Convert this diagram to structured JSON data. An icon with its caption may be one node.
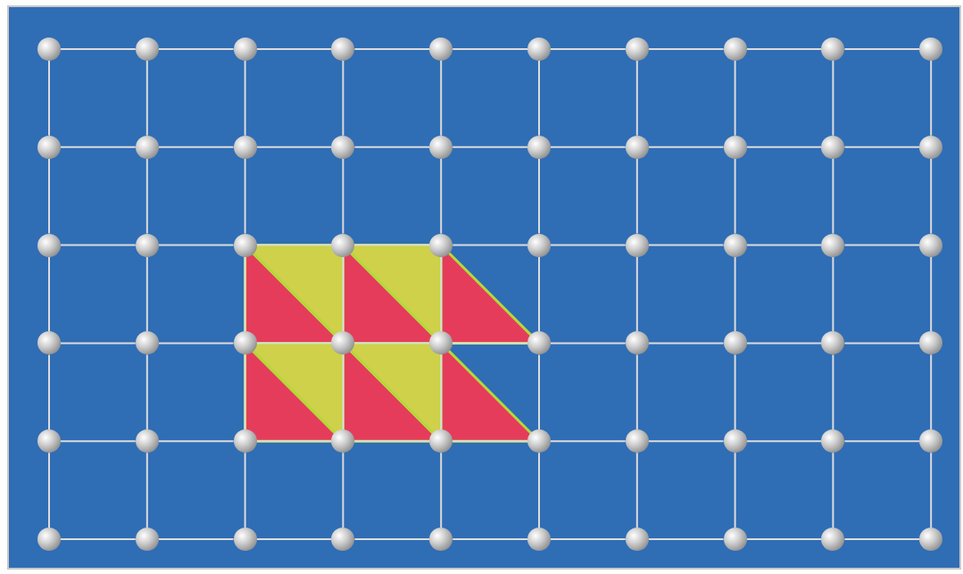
{
  "diagram": {
    "nodes": [
      {
        "text": [],
        "shape": "circle"
      },
      {
        "text": [],
        "shape": "circle"
      },
      {
        "text": [],
        "shape": "circle"
      },
      {
        "text": [],
        "shape": "circle"
      },
      {
        "text": [],
        "shape": "circle"
      },
      {
        "text": [],
        "shape": "circle"
      },
      {
        "text": [],
        "shape": "circle"
      },
      {
        "text": [],
        "shape": "circle"
      },
      {
        "text": [],
        "shape": "circle"
      },
      {
        "text": [],
        "shape": "circle"
      },
      {
        "text": [],
        "shape": "circle"
      },
      {
        "text": [],
        "shape": "circle"
      },
      {
        "text": [],
        "shape": "circle"
      },
      {
        "text": [],
        "shape": "circle"
      },
      {
        "text": [],
        "shape": "circle"
      },
      {
        "text": [],
        "shape": "circle"
      },
      {
        "text": [],
        "shape": "circle"
      },
      {
        "text": [],
        "shape": "circle"
      },
      {
        "text": [],
        "shape": "circle"
      },
      {
        "text": [],
        "shape": "circle"
      },
      {
        "text": [],
        "shape": "circle"
      },
      {
        "text": [],
        "shape": "circle"
      },
      {
        "text": [],
        "shape": "circle"
      },
      {
        "text": [],
        "shape": "circle"
      },
      {
        "text": [],
        "shape": "circle"
      },
      {
        "text": [],
        "shape": "circle"
      },
      {
        "text": [],
        "shape": "circle"
      },
      {
        "text": [],
        "shape": "circle"
      },
      {
        "text": [],
        "shape": "circle"
      },
      {
        "text": [],
        "shape": "circle"
      },
      {
        "text": [],
        "shape": "circle"
      },
      {
        "text": [],
        "shape": "circle"
      },
      {
        "text": [],
        "shape": "circle"
      },
      {
        "text": [],
        "shape": "circle"
      },
      {
        "text": [],
        "shape": "circle"
      },
      {
        "text": [],
        "shape": "circle"
      },
      {
        "text": [],
        "shape": "circle"
      },
      {
        "text": [],
        "shape": "circle"
      },
      {
        "text": [],
        "shape": "circle"
      },
      {
        "text": [],
        "shape": "circle"
      },
      {
        "text": [],
        "shape": "circle"
      },
      {
        "text": [],
        "shape": "circle"
      },
      {
        "text": [],
        "shape": "circle"
      },
      {
        "text": [],
        "shape": "circle"
      },
      {
        "text": [],
        "shape": "circle"
      },
      {
        "text": [],
        "shape": "circle"
      },
      {
        "text": [],
        "shape": "circle"
      },
      {
        "text": [],
        "shape": "circle"
      },
      {
        "text": [],
        "shape": "circle"
      },
      {
        "text": [],
        "shape": "circle"
      },
      {
        "text": [],
        "shape": "circle"
      },
      {
        "text": [],
        "shape": "circle"
      },
      {
        "text": [],
        "shape": "circle"
      },
      {
        "text": [],
        "shape": "circle"
      },
      {
        "text": [],
        "shape": "circle"
      },
      {
        "text": [],
        "shape": "circle"
      },
      {
        "text": [],
        "shape": "circle"
      },
      {
        "text": [],
        "shape": "circle"
      },
      {
        "text": [],
        "shape": "circle"
      },
      {
        "text": [],
        "shape": "circle"
      }
    ],
    "edges": [
      {
        "from": 0,
        "to": 1,
        "arrow": "none"
      },
      {
        "from": 1,
        "to": 2,
        "arrow": "none"
      },
      {
        "from": 2,
        "to": 3,
        "arrow": "none"
      },
      {
        "from": 3,
        "to": 4,
        "arrow": "none"
      },
      {
        "from": 4,
        "to": 5,
        "arrow": "none"
      },
      {
        "from": 5,
        "to": 6,
        "arrow": "none"
      },
      {
        "from": 6,
        "to": 7,
        "arrow": "none"
      },
      {
        "from": 7,
        "to": 8,
        "arrow": "none"
      },
      {
        "from": 8,
        "to": 9,
        "arrow": "none"
      },
      {
        "from": 10,
        "to": 11,
        "arrow": "none"
      },
      {
        "from": 11,
        "to": 12,
        "arrow": "none"
      },
      {
        "from": 12,
        "to": 13,
        "arrow": "none"
      },
      {
        "from": 13,
        "to": 14,
        "arrow": "none"
      },
      {
        "from": 14,
        "to": 15,
        "arrow": "none"
      },
      {
        "from": 15,
        "to": 16,
        "arrow": "none"
      },
      {
        "from": 16,
        "to": 17,
        "arrow": "none"
      },
      {
        "from": 17,
        "to": 18,
        "arrow": "none"
      },
      {
        "from": 18,
        "to": 19,
        "arrow": "none"
      },
      {
        "from": 20,
        "to": 21,
        "arrow": "none"
      },
      {
        "from": 21,
        "to": 22,
        "arrow": "none"
      },
      {
        "from": 22,
        "to": 23,
        "arrow": "none"
      },
      {
        "from": 23,
        "to": 24,
        "arrow": "none"
      },
      {
        "from": 24,
        "to": 25,
        "arrow": "none"
      },
      {
        "from": 25,
        "to": 26,
        "arrow": "none"
      },
      {
        "from": 26,
        "to": 27,
        "arrow": "none"
      },
      {
        "from": 27,
        "to": 28,
        "arrow": "none"
      },
      {
        "from": 28,
        "to": 29,
        "arrow": "none"
      },
      {
        "from": 30,
        "to": 31,
        "arrow": "none"
      },
      {
        "from": 31,
        "to": 32,
        "arrow": "none"
      },
      {
        "from": 32,
        "to": 33,
        "arrow": "none"
      },
      {
        "from": 33,
        "to": 34,
        "arrow": "none"
      },
      {
        "from": 34,
        "to": 35,
        "arrow": "none"
      },
      {
        "from": 35,
        "to": 36,
        "arrow": "none"
      },
      {
        "from": 36,
        "to": 37,
        "arrow": "none"
      },
      {
        "from": 37,
        "to": 38,
        "arrow": "none"
      },
      {
        "from": 38,
        "to": 39,
        "arrow": "none"
      },
      {
        "from": 40,
        "to": 41,
        "arrow": "none"
      },
      {
        "from": 41,
        "to": 42,
        "arrow": "none"
      },
      {
        "from": 42,
        "to": 43,
        "arrow": "none"
      },
      {
        "from": 43,
        "to": 44,
        "arrow": "none"
      },
      {
        "from": 44,
        "to": 45,
        "arrow": "none"
      },
      {
        "from": 45,
        "to": 46,
        "arrow": "none"
      },
      {
        "from": 46,
        "to": 47,
        "arrow": "none"
      },
      {
        "from": 47,
        "to": 48,
        "arrow": "none"
      },
      {
        "from": 48,
        "to": 49,
        "arrow": "none"
      },
      {
        "from": 50,
        "to": 51,
        "arrow": "none"
      },
      {
        "from": 51,
        "to": 52,
        "arrow": "none"
      },
      {
        "from": 52,
        "to": 53,
        "arrow": "none"
      },
      {
        "from": 53,
        "to": 54,
        "arrow": "none"
      },
      {
        "from": 54,
        "to": 55,
        "arrow": "none"
      },
      {
        "from": 55,
        "to": 56,
        "arrow": "none"
      },
      {
        "from": 56,
        "to": 57,
        "arrow": "none"
      },
      {
        "from": 57,
        "to": 58,
        "arrow": "none"
      },
      {
        "from": 58,
        "to": 59,
        "arrow": "none"
      },
      {
        "from": 0,
        "to": 10,
        "arrow": "none"
      },
      {
        "from": 1,
        "to": 11,
        "arrow": "none"
      },
      {
        "from": 2,
        "to": 12,
        "arrow": "none"
      },
      {
        "from": 3,
        "to": 13,
        "arrow": "none"
      },
      {
        "from": 4,
        "to": 14,
        "arrow": "none"
      },
      {
        "from": 5,
        "to": 15,
        "arrow": "none"
      },
      {
        "from": 6,
        "to": 16,
        "arrow": "none"
      },
      {
        "from": 7,
        "to": 17,
        "arrow": "none"
      },
      {
        "from": 8,
        "to": 18,
        "arrow": "none"
      },
      {
        "from": 9,
        "to": 19,
        "arrow": "none"
      },
      {
        "from": 10,
        "to": 20,
        "arrow": "none"
      },
      {
        "from": 11,
        "to": 21,
        "arrow": "none"
      },
      {
        "from": 12,
        "to": 22,
        "arrow": "none"
      },
      {
        "from": 13,
        "to": 23,
        "arrow": "none"
      },
      {
        "from": 14,
        "to": 24,
        "arrow": "none"
      },
      {
        "from": 15,
        "to": 25,
        "arrow": "none"
      },
      {
        "from": 16,
        "to": 26,
        "arrow": "none"
      },
      {
        "from": 17,
        "to": 27,
        "arrow": "none"
      },
      {
        "from": 18,
        "to": 28,
        "arrow": "none"
      },
      {
        "from": 19,
        "to": 29,
        "arrow": "none"
      },
      {
        "from": 20,
        "to": 30,
        "arrow": "none"
      },
      {
        "from": 21,
        "to": 31,
        "arrow": "none"
      },
      {
        "from": 22,
        "to": 32,
        "arrow": "none"
      },
      {
        "from": 23,
        "to": 33,
        "arrow": "none"
      },
      {
        "from": 24,
        "to": 34,
        "arrow": "none"
      },
      {
        "from": 25,
        "to": 35,
        "arrow": "none"
      },
      {
        "from": 26,
        "to": 36,
        "arrow": "none"
      },
      {
        "from": 27,
        "to": 37,
        "arrow": "none"
      },
      {
        "from": 28,
        "to": 38,
        "arrow": "none"
      },
      {
        "from": 29,
        "to": 39,
        "arrow": "none"
      },
      {
        "from": 30,
        "to": 40,
        "arrow": "none"
      },
      {
        "from": 31,
        "to": 41,
        "arrow": "none"
      },
      {
        "from": 32,
        "to": 42,
        "arrow": "none"
      },
      {
        "from": 33,
        "to": 43,
        "arrow": "none"
      },
      {
        "from": 34,
        "to": 44,
        "arrow": "none"
      },
      {
        "from": 35,
        "to": 45,
        "arrow": "none"
      },
      {
        "from": 36,
        "to": 46,
        "arrow": "none"
      },
      {
        "from": 37,
        "to": 47,
        "arrow": "none"
      },
      {
        "from": 38,
        "to": 48,
        "arrow": "none"
      },
      {
        "from": 39,
        "to": 49,
        "arrow": "none"
      },
      {
        "from": 40,
        "to": 50,
        "arrow": "none"
      },
      {
        "from": 41,
        "to": 51,
        "arrow": "none"
      },
      {
        "from": 42,
        "to": 52,
        "arrow": "none"
      },
      {
        "from": 43,
        "to": 53,
        "arrow": "none"
      },
      {
        "from": 44,
        "to": 54,
        "arrow": "none"
      },
      {
        "from": 45,
        "to": 55,
        "arrow": "none"
      },
      {
        "from": 46,
        "to": 56,
        "arrow": "none"
      },
      {
        "from": 47,
        "to": 57,
        "arrow": "none"
      },
      {
        "from": 48,
        "to": 58,
        "arrow": "none"
      },
      {
        "from": 49,
        "to": 59,
        "arrow": "none"
      }
    ]
  }
}
